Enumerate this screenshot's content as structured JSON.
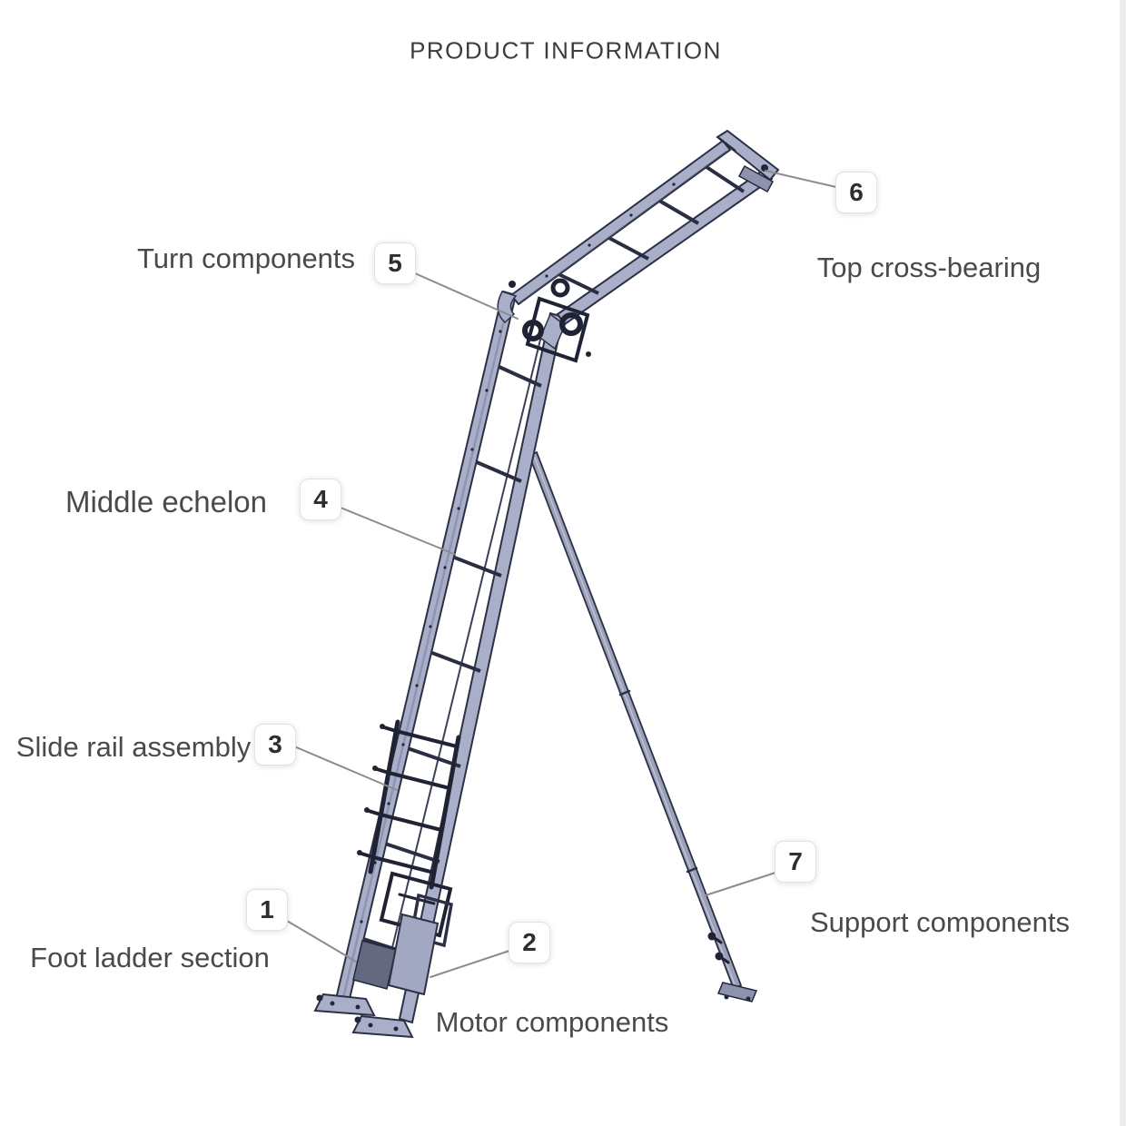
{
  "title": "PRODUCT INFORMATION",
  "callouts": [
    {
      "num": "1",
      "label": "Foot ladder section"
    },
    {
      "num": "2",
      "label": "Motor components"
    },
    {
      "num": "3",
      "label": "Slide rail assembly"
    },
    {
      "num": "4",
      "label": "Middle echelon"
    },
    {
      "num": "5",
      "label": "Turn components"
    },
    {
      "num": "6",
      "label": "Top cross-bearing"
    },
    {
      "num": "7",
      "label": "Support components"
    }
  ],
  "colors": {
    "machine_body": "#a9afc9",
    "machine_outline": "#2c3045",
    "machine_dark": "#1f2334",
    "leader_line": "#8c8c8c",
    "label_text": "#4a4a4a",
    "title_text": "#3d3d3d"
  }
}
